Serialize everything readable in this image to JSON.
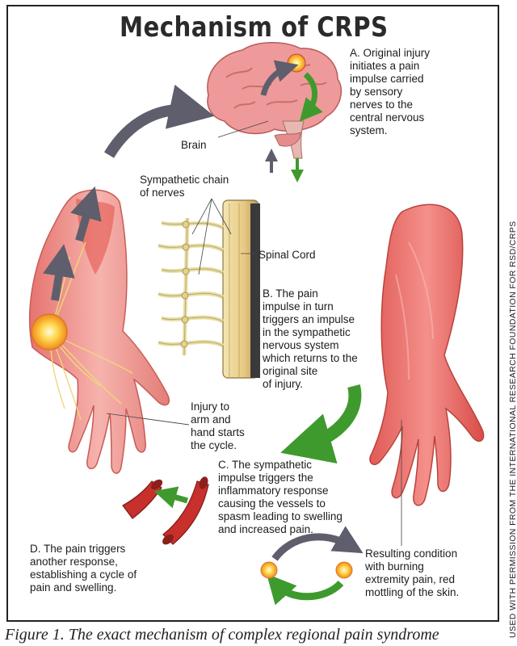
{
  "title": "Mechanism of CRPS",
  "labels": {
    "a": "A. Original injury\ninitiates a pain\nimpulse carried\nby sensory\nnerves to the\ncentral nervous\nsystem.",
    "brain": "Brain",
    "sympathetic_chain": "Sympathetic chain\nof nerves",
    "spinal_cord": "Spinal Cord",
    "b": "B.  The pain\nimpulse in turn\ntriggers an impulse\nin the sympathetic\nnervous system\nwhich returns to the\noriginal site\nof injury.",
    "injury": "Injury to\narm and\nhand starts\nthe cycle.",
    "c": "C.  The sympathetic\nimpulse triggers the\ninflammatory response\ncausing the vessels to\nspasm leading to swelling\nand increased pain.",
    "d": "D.  The pain triggers\nanother response,\nestablishing a cycle of\npain and swelling.",
    "resulting": "Resulting condition\nwith burning\nextremity pain, red\nmottling of the skin."
  },
  "side_credit": "USED WITH PERMISSION FROM THE  INTERNATIONAL RESEARCH FOUNDATION FOR RSD/CRPS",
  "caption": "Figure 1. The exact mechanism of complex regional pain syndrome",
  "colors": {
    "skin": "#f2a3a0",
    "skin_dark": "#d9635e",
    "brain": "#ee9a9a",
    "vessel": "#c8302c",
    "arrow_gray": "#5e5e6c",
    "arrow_green": "#3f9a2e",
    "nerve": "#e9dfa6",
    "pain_glow": "#ffd24a"
  }
}
